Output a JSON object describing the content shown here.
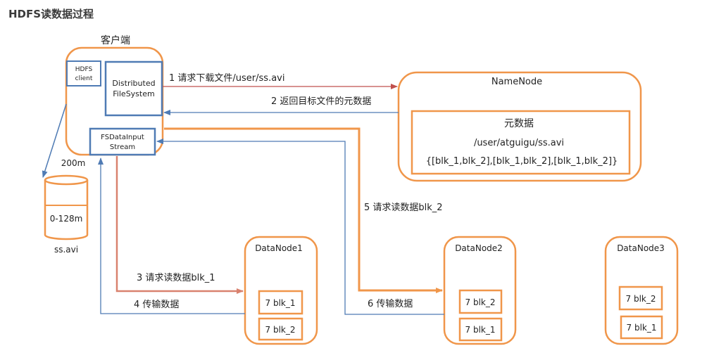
{
  "title": "HDFS读数据过程",
  "client": {
    "label": "客户端",
    "hdfs_client": [
      "HDFS",
      "client"
    ],
    "dfs": [
      "Distributed",
      "FileSystem"
    ],
    "fsdis": [
      "FSDataInput",
      "Stream"
    ]
  },
  "local_file": {
    "size_label": "200m",
    "segment_label": "0-128m",
    "name": "ss.avi"
  },
  "namenode": {
    "label": "NameNode",
    "metadata_title": "元数据",
    "path": "/user/atguigu/ss.avi",
    "blocks": "{[blk_1,blk_2],[blk_1,blk_2],[blk_1,blk_2]}"
  },
  "datanodes": [
    {
      "label": "DataNode1",
      "blocks": [
        "7 blk_1",
        "7 blk_2"
      ]
    },
    {
      "label": "DataNode2",
      "blocks": [
        "7 blk_2",
        "7 blk_1"
      ]
    },
    {
      "label": "DataNode3",
      "blocks": [
        "7 blk_2",
        "7 blk_1"
      ]
    }
  ],
  "steps": {
    "s1": "1 请求下载文件/user/ss.avi",
    "s2": "2 返回目标文件的元数据",
    "s3": "3 请求读数据blk_1",
    "s4": "4 传输数据",
    "s5": "5 请求读数据blk_2",
    "s6": "6 传输数据"
  },
  "colors": {
    "orange": "#F0964A",
    "blue": "#4F7BB4",
    "red_arrow": "#C0504D",
    "blue_arrow": "#6E8FBE"
  }
}
